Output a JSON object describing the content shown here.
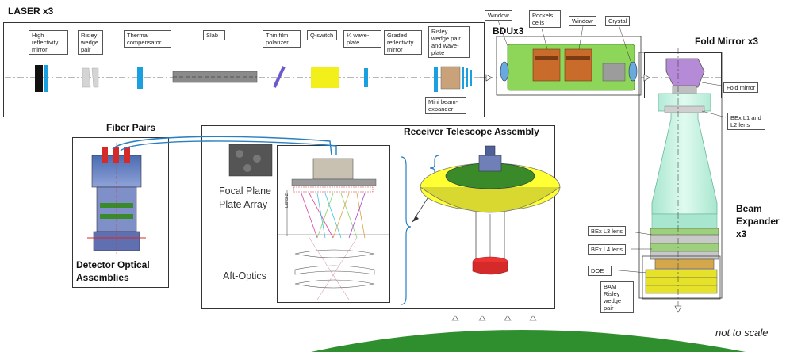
{
  "laser": {
    "title": "LASER x3",
    "components": [
      {
        "label": "High reflectivity mirror"
      },
      {
        "label": "Risley wedge pair"
      },
      {
        "label": "Thermal compensator"
      },
      {
        "label": "Slab"
      },
      {
        "label": "Thin film polarizer"
      },
      {
        "label": "Q-switch"
      },
      {
        "label": "¼ wave-plate"
      },
      {
        "label": "Graded reflectivity mirror"
      },
      {
        "label": "Risley wedge pair and wave-plate"
      },
      {
        "label": "Mini beam-expander"
      }
    ]
  },
  "bdu": {
    "title": "BDUx3",
    "labels": [
      "Window",
      "Pockels cells",
      "Window",
      "Crystal"
    ]
  },
  "fold_mirror": {
    "title": "Fold Mirror x3",
    "label": "Fold mirror"
  },
  "beam_expander": {
    "title_line1": "Beam",
    "title_line2": "Expander",
    "title_line3": "x3",
    "labels": [
      "BEx L1 and L2 lens",
      "BEx L3 lens",
      "BEx L4 lens",
      "DOE",
      "BAM Risley wedge pair"
    ]
  },
  "fiber_pairs": {
    "title": "Fiber Pairs"
  },
  "detector": {
    "title_line1": "Detector Optical",
    "title_line2": "Assemblies"
  },
  "receiver": {
    "title": "Receiver Telescope Assembly",
    "focal_line1": "Focal Plane",
    "focal_line2": "Plate Array",
    "aft": "Aft-Optics",
    "axis_label": "LENS-Z"
  },
  "footer": {
    "scale": "not to scale"
  },
  "colors": {
    "green_body": "#8ed65a",
    "pcb_green": "#3a8a2a",
    "yellow": "#e6e22a",
    "red": "#d42a2a",
    "blue_line": "#2a7fc0",
    "ground_green": "#2f8f2f",
    "lens_teal": "#bff0d8",
    "detector_blue": "#7f8fc8"
  }
}
